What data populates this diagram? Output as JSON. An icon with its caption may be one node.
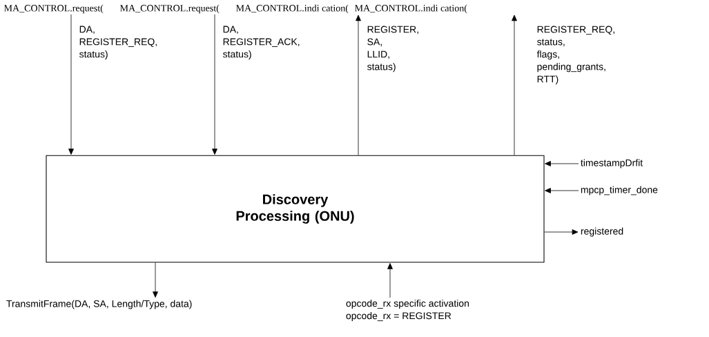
{
  "diagram": {
    "nodes": [
      {
        "text": [
          "MA_CONTROL.request("
        ]
      },
      {
        "text": [
          "MA_CONTROL.request("
        ]
      },
      {
        "text": [
          "MA_CONTROL.indi cation("
        ]
      },
      {
        "text": [
          "MA_CONTROL.indi cation("
        ]
      },
      {
        "text": [
          "Discovery Processing (ONU)"
        ]
      },
      {
        "text": [
          "timestampDrfit"
        ]
      },
      {
        "text": [
          "mpcp_timer_done"
        ]
      },
      {
        "text": [
          "registered"
        ]
      },
      {
        "text": [
          "TransmitFrame(DA, SA, Length/Type, data)"
        ]
      },
      {
        "text": [
          "opcode_rx specific activation",
          "opcode_rx = REGISTER"
        ]
      }
    ],
    "edges": [
      {
        "from": 0,
        "to": 4,
        "arrow": "to",
        "label": "DA, REGISTER_REQ, status)"
      },
      {
        "from": 1,
        "to": 4,
        "arrow": "to",
        "label": "DA, REGISTER_ACK, status)"
      },
      {
        "from": 4,
        "to": 2,
        "arrow": "to",
        "label": "REGISTER, SA, LLID, status)"
      },
      {
        "from": 4,
        "to": 3,
        "arrow": "to",
        "label": "REGISTER_REQ, status, flags, pending_grants, RTT)"
      },
      {
        "from": 5,
        "to": 4,
        "arrow": "to"
      },
      {
        "from": 6,
        "to": 4,
        "arrow": "to"
      },
      {
        "from": 4,
        "to": 7,
        "arrow": "to"
      },
      {
        "from": 4,
        "to": 8,
        "arrow": "to"
      },
      {
        "from": 9,
        "to": 4,
        "arrow": "to"
      }
    ]
  }
}
